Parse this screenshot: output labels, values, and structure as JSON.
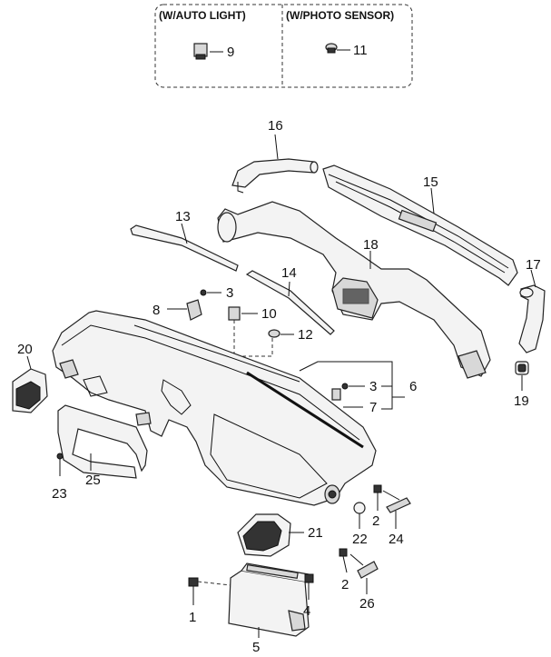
{
  "inset": {
    "left_header": "(W/AUTO LIGHT)",
    "right_header": "(W/PHOTO SENSOR)",
    "left_callout": "9",
    "right_callout": "11"
  },
  "callouts": {
    "c1": "1",
    "c2a": "2",
    "c2b": "2",
    "c3a": "3",
    "c3b": "3",
    "c4": "4",
    "c5": "5",
    "c6": "6",
    "c7": "7",
    "c8": "8",
    "c10": "10",
    "c12": "12",
    "c13": "13",
    "c14": "14",
    "c15": "15",
    "c16": "16",
    "c17": "17",
    "c18": "18",
    "c19": "19",
    "c20": "20",
    "c21": "21",
    "c22": "22",
    "c23": "23",
    "c24": "24",
    "c25": "25",
    "c26": "26"
  }
}
